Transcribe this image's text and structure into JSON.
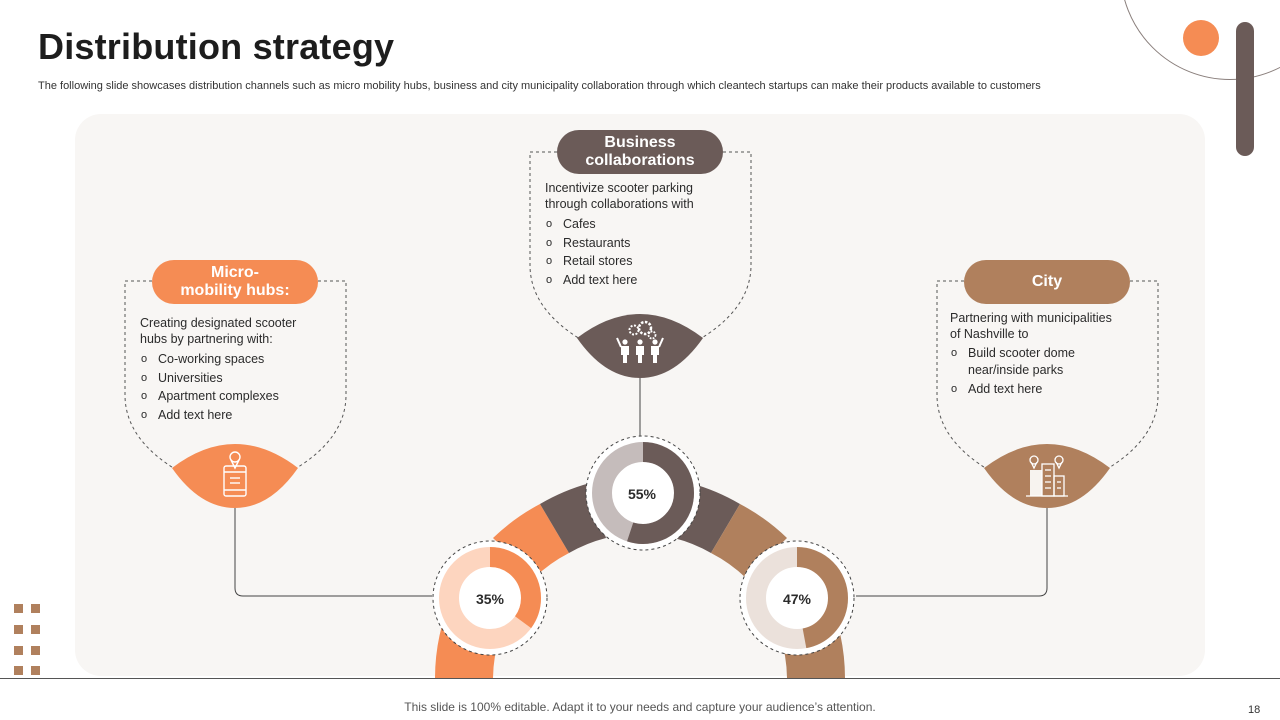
{
  "header": {
    "title": "Distribution strategy",
    "subtitle": "The following slide showcases distribution channels such as micro mobility hubs, business and city municipality collaboration through which cleantech startups can make their products available to customers"
  },
  "cards": {
    "left": {
      "title": "Micro-\nmobility hubs:",
      "lead": "Creating designated scooter hubs by partnering with:",
      "items": [
        "Co-working spaces",
        "Universities",
        "Apartment complexes",
        "Add text here"
      ],
      "icon": "mobile-location-icon",
      "color": "#f58c54"
    },
    "top": {
      "title": "Business collaborations",
      "lead": "Incentivize scooter parking through collaborations with",
      "items": [
        "Cafes",
        "Restaurants",
        "Retail stores",
        "Add text here"
      ],
      "icon": "team-gears-icon",
      "color": "#6b5b58"
    },
    "right": {
      "title": "City",
      "lead": "Partnering with municipalities of Nashville to",
      "items": [
        "Build scooter dome near/inside parks",
        "Add text here"
      ],
      "icon": "city-location-icon",
      "color": "#b0805d"
    }
  },
  "donuts": {
    "left": {
      "label": "35%",
      "value": 35,
      "color": "#f58c54",
      "track": "#fdd5bf"
    },
    "top": {
      "label": "55%",
      "value": 55,
      "color": "#6b5b58",
      "track": "#c5bcbb"
    },
    "right": {
      "label": "47%",
      "value": 47,
      "color": "#b0805d",
      "track": "#ebe1db"
    }
  },
  "footer": {
    "text": "This slide is 100% editable. Adapt it to your needs and capture your audience’s attention.",
    "page": "18"
  }
}
